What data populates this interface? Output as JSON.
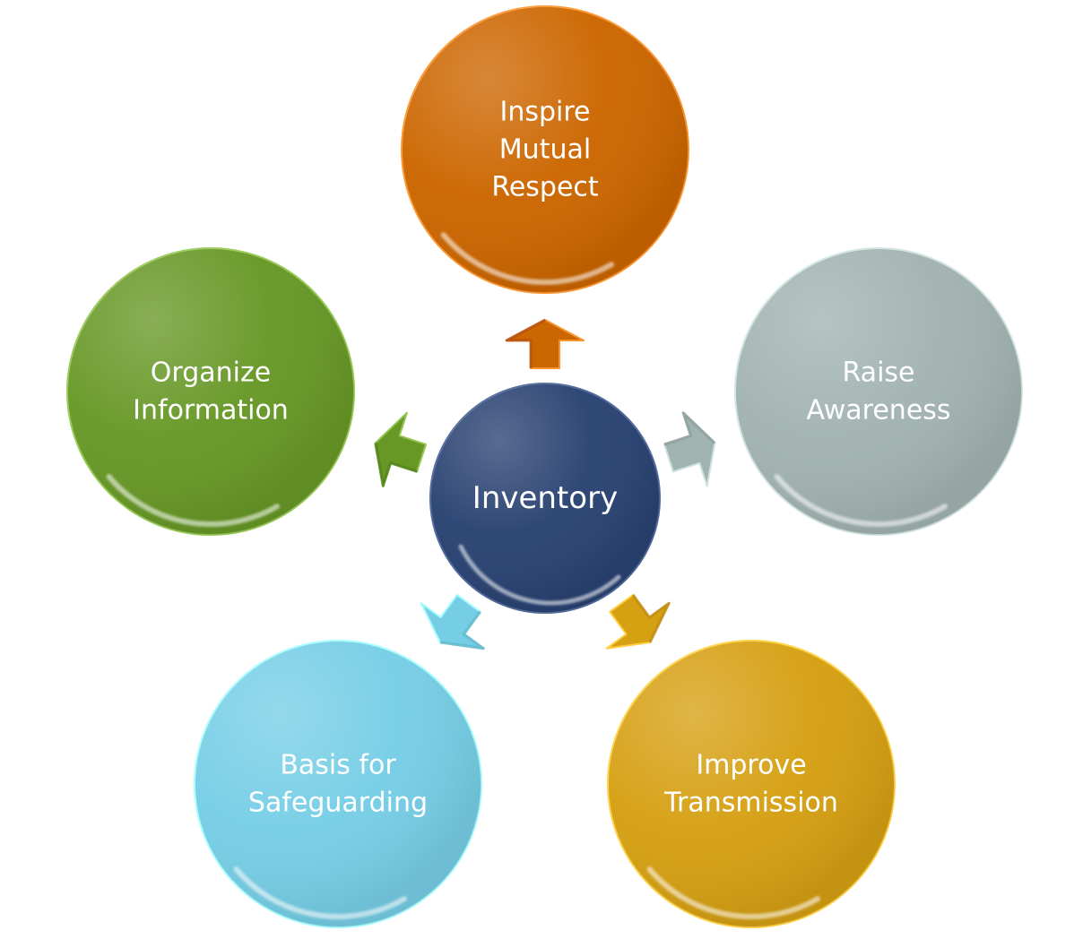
{
  "diagram": {
    "type": "radial",
    "center": {
      "label": "Inventory",
      "color": "#294272"
    },
    "nodes": [
      {
        "id": "inspire",
        "lines": [
          "Inspire",
          "Mutual",
          "Respect"
        ],
        "color": "#CC6600"
      },
      {
        "id": "raise",
        "lines": [
          "Raise",
          "Awareness"
        ],
        "color": "#A1B3B1"
      },
      {
        "id": "improve",
        "lines": [
          "Improve",
          "Transmission"
        ],
        "color": "#D6A013"
      },
      {
        "id": "basis",
        "lines": [
          "Basis for",
          "Safeguarding"
        ],
        "color": "#76CEE6"
      },
      {
        "id": "organize",
        "lines": [
          "Organize",
          "Information"
        ],
        "color": "#679826"
      }
    ],
    "edges": [
      {
        "from": "center",
        "to": "inspire"
      },
      {
        "from": "center",
        "to": "raise"
      },
      {
        "from": "center",
        "to": "improve"
      },
      {
        "from": "center",
        "to": "basis"
      },
      {
        "from": "center",
        "to": "organize"
      }
    ]
  }
}
